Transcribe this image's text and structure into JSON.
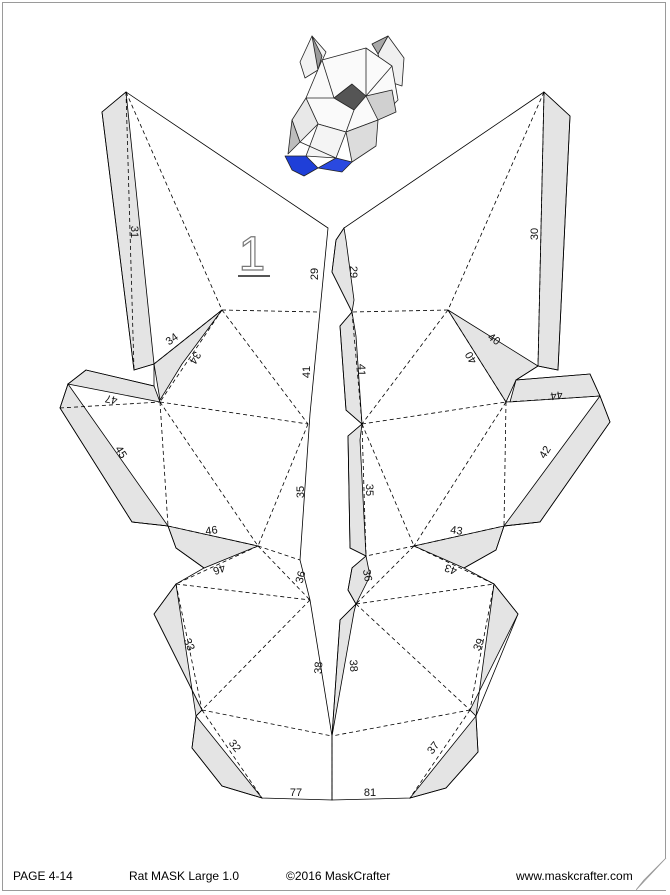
{
  "page": {
    "sheet_number": "1"
  },
  "tab_labels": {
    "t29a": "29",
    "t29b": "29",
    "t30": "30",
    "t31": "31",
    "t32": "32",
    "t33": "33",
    "t34a": "34",
    "t34b": "34",
    "t35a": "35",
    "t35b": "35",
    "t36a": "36",
    "t36b": "36",
    "t37": "37",
    "t38a": "38",
    "t38b": "38",
    "t39": "39",
    "t40a": "40",
    "t40b": "40",
    "t41a": "41",
    "t41b": "41",
    "t42": "42",
    "t43a": "43",
    "t43b": "43",
    "t44": "44",
    "t45": "45",
    "t46a": "46",
    "t46b": "46",
    "t47": "47",
    "t77": "77",
    "t81": "81"
  },
  "colors": {
    "tab_fill": "#e4e4e4",
    "line": "#000000",
    "preview_blue": "#1f3fd8"
  },
  "footer": {
    "page": "PAGE 4-14",
    "title": "Rat MASK Large 1.0",
    "copyright": "©2016 MaskCrafter",
    "website": "www.maskcrafter.com"
  }
}
